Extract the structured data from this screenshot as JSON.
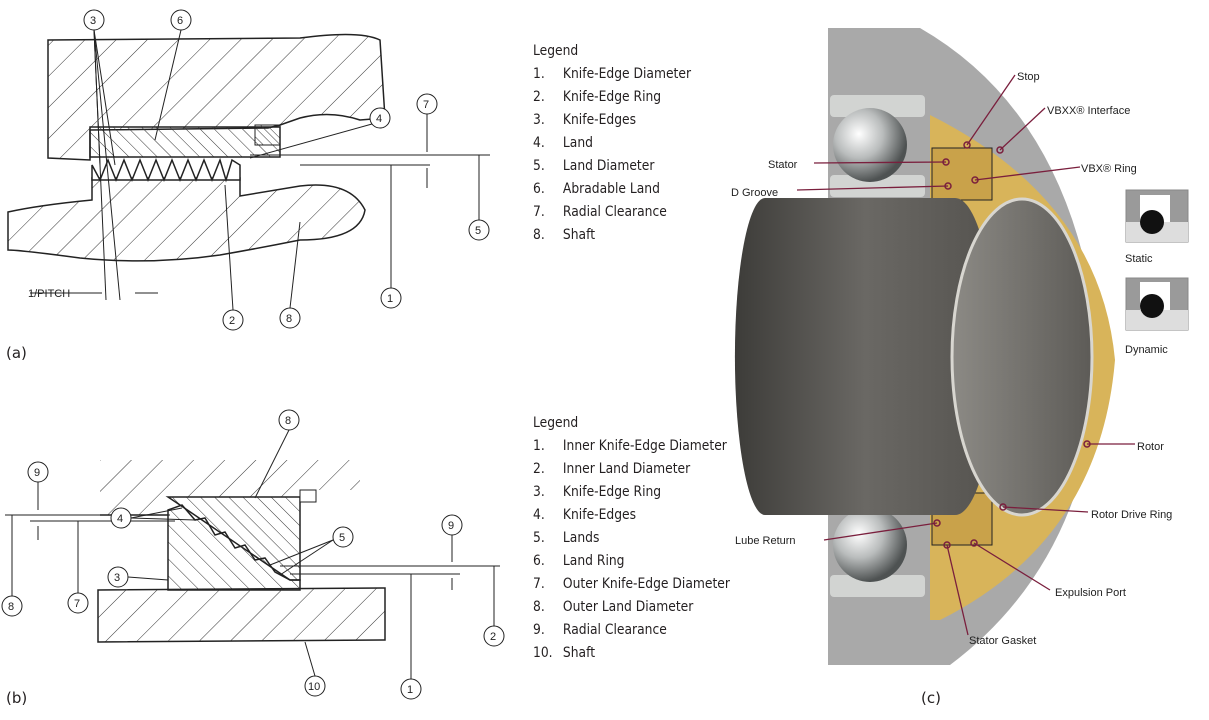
{
  "figure_a": {
    "caption": "(a)",
    "pitch_label": "1/PITCH",
    "callouts": [
      "3",
      "6",
      "4",
      "7",
      "5",
      "1",
      "2",
      "8"
    ],
    "legend": {
      "title": "Legend",
      "items": [
        {
          "n": "1.",
          "t": "Knife-Edge Diameter"
        },
        {
          "n": "2.",
          "t": "Knife-Edge Ring"
        },
        {
          "n": "3.",
          "t": "Knife-Edges"
        },
        {
          "n": "4.",
          "t": "Land"
        },
        {
          "n": "5.",
          "t": "Land Diameter"
        },
        {
          "n": "6.",
          "t": "Abradable Land"
        },
        {
          "n": "7.",
          "t": "Radial Clearance"
        },
        {
          "n": "8.",
          "t": "Shaft"
        }
      ]
    }
  },
  "figure_b": {
    "caption": "(b)",
    "callouts": [
      "8",
      "9",
      "9",
      "4",
      "5",
      "3",
      "7",
      "8",
      "2",
      "10",
      "1"
    ],
    "legend": {
      "title": "Legend",
      "items": [
        {
          "n": "1.",
          "t": "Inner Knife-Edge Diameter"
        },
        {
          "n": "2.",
          "t": "Inner Land Diameter"
        },
        {
          "n": "3.",
          "t": "Knife-Edge Ring"
        },
        {
          "n": "4.",
          "t": "Knife-Edges"
        },
        {
          "n": "5.",
          "t": "Lands"
        },
        {
          "n": "6.",
          "t": "Land Ring"
        },
        {
          "n": "7.",
          "t": "Outer Knife-Edge Diameter"
        },
        {
          "n": "8.",
          "t": "Outer Land Diameter"
        },
        {
          "n": "9.",
          "t": "Radial Clearance"
        },
        {
          "n": "10.",
          "t": "Shaft"
        }
      ]
    }
  },
  "figure_c": {
    "caption": "(c)",
    "labels": {
      "stop": "Stop",
      "vbxx_interface": "VBXX® Interface",
      "stator": "Stator",
      "vbx_ring": "VBX® Ring",
      "d_groove": "D Groove",
      "static": "Static",
      "dynamic": "Dynamic",
      "rotor": "Rotor",
      "rotor_drive_ring": "Rotor Drive Ring",
      "lube_return": "Lube Return",
      "expulsion_port": "Expulsion Port",
      "stator_gasket": "Stator Gasket"
    },
    "colors": {
      "rotor": "#d8b45a",
      "housing": "#a9a9a9",
      "shaft": "#5b5955",
      "leader": "#7a1f3d"
    }
  }
}
